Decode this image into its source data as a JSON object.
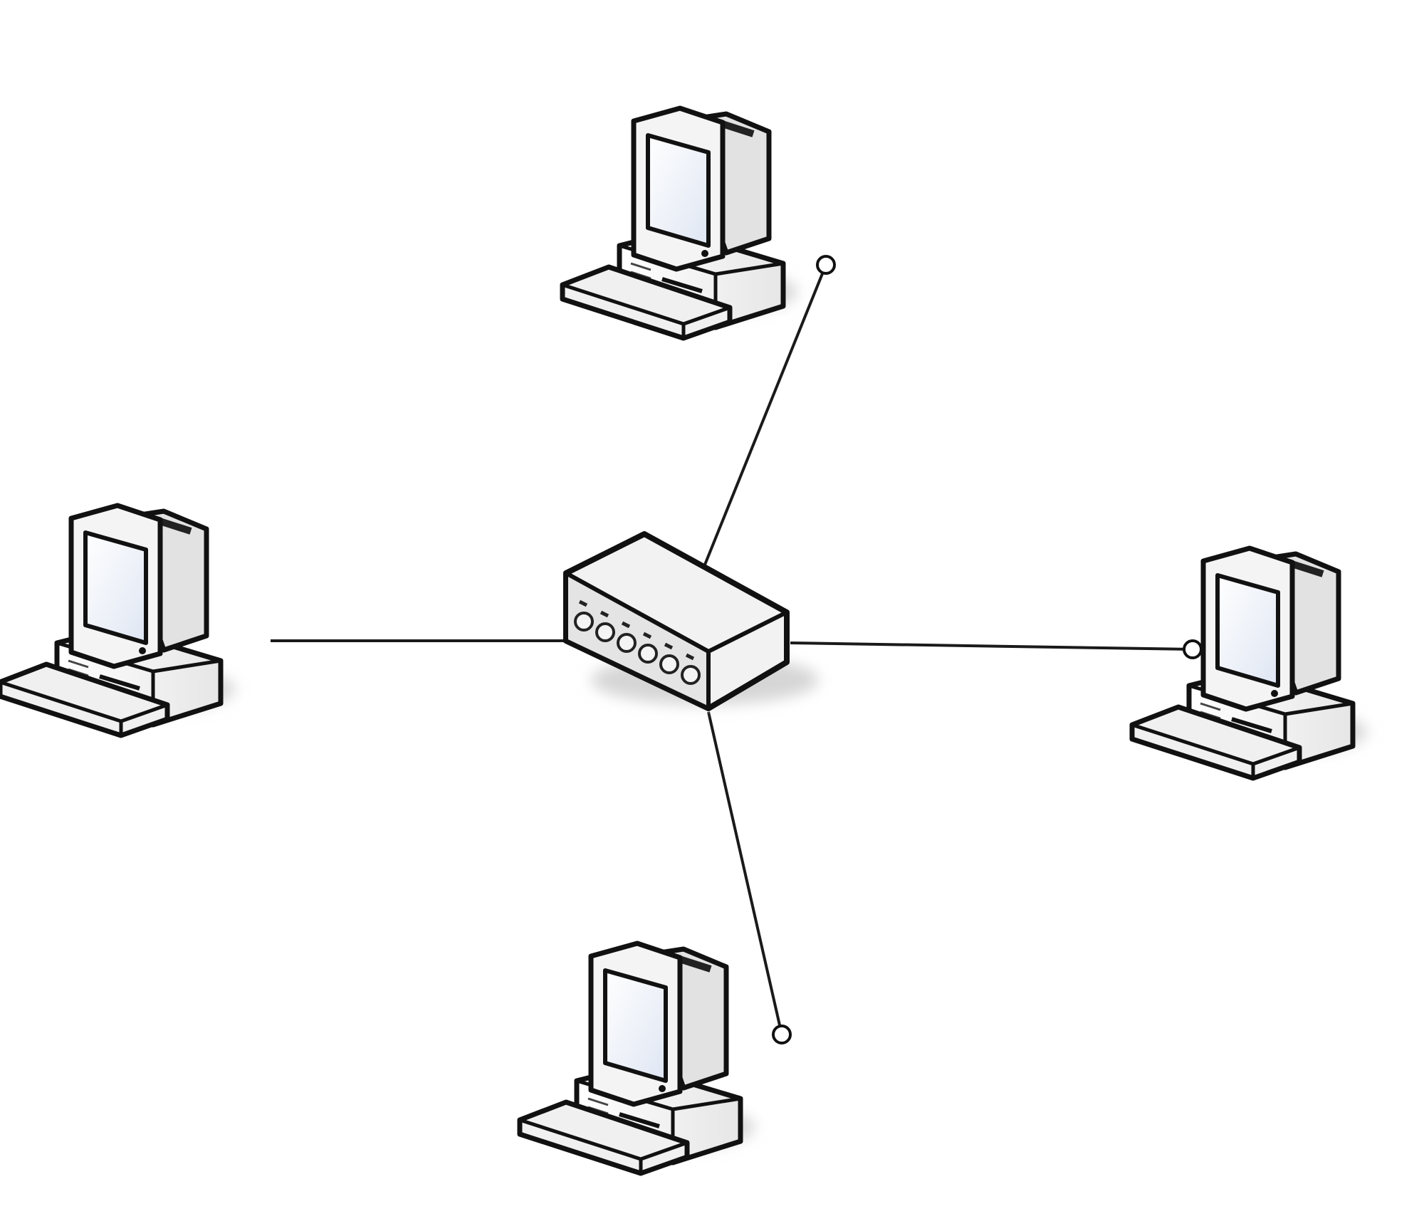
{
  "diagram": {
    "type": "star-topology",
    "hub": {
      "icon": "network-switch-icon",
      "ports": 6
    },
    "nodes": [
      {
        "id": "top",
        "icon": "desktop-computer-icon"
      },
      {
        "id": "left",
        "icon": "desktop-computer-icon"
      },
      {
        "id": "right",
        "icon": "desktop-computer-icon"
      },
      {
        "id": "bottom",
        "icon": "desktop-computer-icon"
      }
    ],
    "links": [
      {
        "from": "hub",
        "to": "top",
        "connector_dot": true
      },
      {
        "from": "hub",
        "to": "left",
        "connector_dot": false
      },
      {
        "from": "hub",
        "to": "right",
        "connector_dot": true
      },
      {
        "from": "hub",
        "to": "bottom",
        "connector_dot": true
      }
    ],
    "colors": {
      "line": "#1a1a1a",
      "outline": "#111111",
      "body": "#f4f4f4",
      "shade": "#c9c9c9",
      "screen": "#eef2fa",
      "shadow": "#d8d8d8"
    }
  }
}
